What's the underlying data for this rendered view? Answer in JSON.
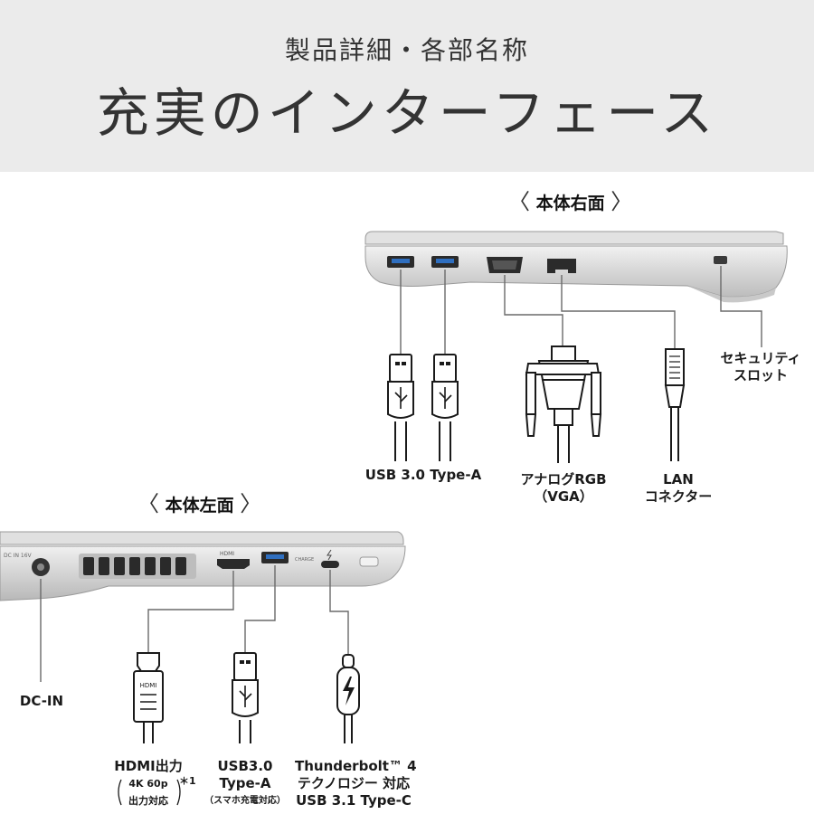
{
  "header": {
    "subtitle": "製品詳細・各部名称",
    "title": "充実のインターフェース"
  },
  "right_view": {
    "heading": "本体右面",
    "ports": {
      "usb_a": "USB 3.0 Type-A",
      "vga_line1": "アナログRGB",
      "vga_line2": "（VGA）",
      "lan_line1": "LAN",
      "lan_line2": "コネクター",
      "security_line1": "セキュリティ",
      "security_line2": "スロット"
    }
  },
  "left_view": {
    "heading": "本体左面",
    "chassis_marks": {
      "dc_marking": "DC IN 16V",
      "hdmi_marking": "HDMI",
      "charge_marking": "CHARGE"
    },
    "ports": {
      "dc_in": "DC-IN",
      "hdmi_line1": "HDMI出力",
      "hdmi_line2": "4K 60p",
      "hdmi_line3": "出力対応",
      "hdmi_note": "＊1",
      "usb_line1": "USB3.0",
      "usb_line2": "Type-A",
      "usb_line3": "（スマホ充電対応）",
      "tb_line1": "Thunderbolt™ 4",
      "tb_line2": "テクノロジー 対応",
      "tb_line3": "USB 3.1 Type-C"
    }
  },
  "colors": {
    "header_bg": "#ebebeb",
    "chassis": "#d9d9d9",
    "line": "#6a6a6a"
  },
  "icons": [
    "usb-a-plug-icon",
    "vga-plug-icon",
    "lan-plug-icon",
    "hdmi-plug-icon",
    "thunderbolt-plug-icon",
    "usb-logo-icon",
    "lightning-bolt-icon"
  ]
}
